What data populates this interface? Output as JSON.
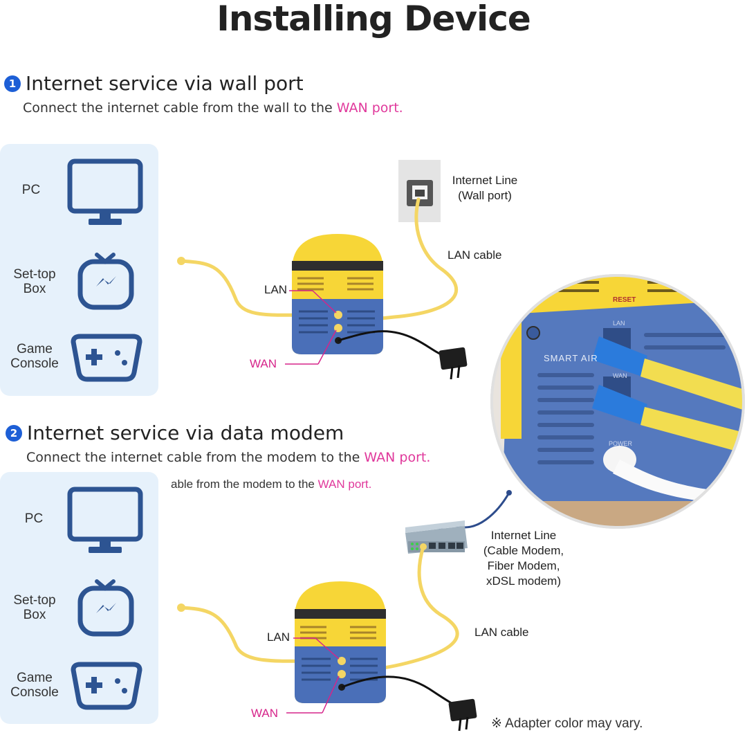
{
  "title": "Installing Device",
  "section1": {
    "number": "1",
    "heading": "Internet service via wall port",
    "subtitle_prefix": "Connect the internet cable from the wall to the ",
    "subtitle_highlight": "WAN port.",
    "devices": [
      "PC",
      "Set-top\nBox",
      "Game\nConsole"
    ],
    "port_lan": "LAN",
    "port_wan": "WAN",
    "internet_line": "Internet Line\n(Wall port)",
    "cable": "LAN cable"
  },
  "section2": {
    "number": "2",
    "heading": "Internet service via data modem",
    "subtitle_prefix": "Connect the internet cable from the modem to the ",
    "subtitle_highlight": "WAN port.",
    "subtitle_partial_prefix": "able from the modem to the ",
    "subtitle_partial_highlight": "WAN port.",
    "devices": [
      "PC",
      "Set-top\nBox",
      "Game\nConsole"
    ],
    "port_lan": "LAN",
    "port_wan": "WAN",
    "internet_line": "Internet Line\n(Cable Modem,\nFiber Modem,\nxDSL modem)",
    "cable": "LAN cable",
    "note": "※ Adapter color may vary."
  },
  "photo": {
    "brand": "SMART AIR",
    "reset": "RESET",
    "lan": "LAN",
    "wan": "WAN",
    "power": "POWER"
  },
  "colors": {
    "accent_pink": "#e0389b",
    "badge_blue": "#1d5fd6",
    "panel_bg": "#e6f1fb",
    "icon_blue": "#2d5492",
    "router_yellow": "#f7d637",
    "router_blue": "#4a6fb8",
    "cable_yellow": "#f6dc6a"
  }
}
